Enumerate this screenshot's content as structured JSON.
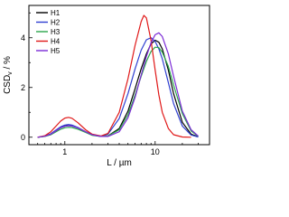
{
  "chart_data": {
    "type": "line",
    "title": "",
    "xlabel": "L / µm",
    "ylabel": "CSD_v / %",
    "xscale": "log",
    "xlim": [
      0.4,
      40
    ],
    "ylim": [
      -0.3,
      5.3
    ],
    "xticks": [
      1,
      10
    ],
    "xtick_labels": [
      "1",
      "10"
    ],
    "yticks": [
      0,
      2,
      4
    ],
    "ytick_labels": [
      "0",
      "2",
      "4"
    ],
    "legend_position": "top-left",
    "grid": false,
    "series": [
      {
        "name": "H1",
        "color": "#000000",
        "x": [
          0.5,
          0.6,
          0.7,
          0.8,
          0.9,
          1.0,
          1.1,
          1.2,
          1.4,
          1.7,
          2.0,
          2.5,
          3.0,
          4.0,
          5.0,
          6.0,
          7.0,
          8.0,
          9.0,
          10.0,
          11.0,
          12.0,
          14.0,
          16.0,
          20.0,
          25.0,
          30.0
        ],
        "y": [
          0.0,
          0.04,
          0.13,
          0.27,
          0.39,
          0.45,
          0.47,
          0.46,
          0.38,
          0.22,
          0.1,
          0.03,
          0.05,
          0.35,
          1.05,
          1.95,
          2.75,
          3.35,
          3.75,
          3.9,
          3.82,
          3.55,
          2.7,
          1.75,
          0.6,
          0.12,
          0.02
        ]
      },
      {
        "name": "H2",
        "color": "#2f3fd1",
        "x": [
          0.5,
          0.6,
          0.7,
          0.8,
          0.9,
          1.0,
          1.1,
          1.2,
          1.4,
          1.7,
          2.0,
          2.5,
          3.0,
          4.0,
          5.0,
          6.0,
          7.0,
          8.0,
          9.0,
          10.0,
          11.0,
          12.0,
          14.0,
          16.0,
          20.0,
          25.0,
          30.0
        ],
        "y": [
          0.0,
          0.04,
          0.14,
          0.29,
          0.42,
          0.49,
          0.51,
          0.49,
          0.39,
          0.21,
          0.09,
          0.04,
          0.12,
          0.75,
          1.75,
          2.75,
          3.5,
          3.92,
          4.0,
          3.85,
          3.55,
          3.15,
          2.2,
          1.35,
          0.45,
          0.09,
          0.01
        ]
      },
      {
        "name": "H3",
        "color": "#2aa64b",
        "x": [
          0.5,
          0.6,
          0.7,
          0.8,
          0.9,
          1.0,
          1.1,
          1.2,
          1.4,
          1.7,
          2.0,
          2.5,
          3.0,
          4.0,
          5.0,
          6.0,
          7.0,
          8.0,
          9.0,
          10.0,
          11.0,
          12.0,
          14.0,
          16.0,
          20.0,
          25.0,
          30.0
        ],
        "y": [
          0.0,
          0.03,
          0.1,
          0.22,
          0.32,
          0.38,
          0.4,
          0.39,
          0.32,
          0.19,
          0.08,
          0.03,
          0.05,
          0.3,
          0.9,
          1.7,
          2.45,
          3.05,
          3.45,
          3.62,
          3.6,
          3.42,
          2.85,
          2.1,
          0.95,
          0.25,
          0.04
        ]
      },
      {
        "name": "H4",
        "color": "#e01818",
        "x": [
          0.5,
          0.6,
          0.7,
          0.8,
          0.9,
          1.0,
          1.1,
          1.2,
          1.4,
          1.7,
          2.0,
          2.5,
          3.0,
          4.0,
          5.0,
          6.0,
          7.0,
          7.5,
          8.0,
          9.0,
          10.0,
          11.0,
          12.0,
          14.0,
          16.0,
          20.0,
          25.0
        ],
        "y": [
          0.0,
          0.06,
          0.22,
          0.45,
          0.65,
          0.77,
          0.8,
          0.76,
          0.58,
          0.3,
          0.12,
          0.05,
          0.15,
          1.0,
          2.35,
          3.7,
          4.65,
          4.9,
          4.8,
          3.9,
          2.7,
          1.7,
          1.0,
          0.35,
          0.1,
          0.01,
          0.0
        ]
      },
      {
        "name": "H5",
        "color": "#7b2bd6",
        "x": [
          0.5,
          0.6,
          0.7,
          0.8,
          0.9,
          1.0,
          1.1,
          1.2,
          1.4,
          1.7,
          2.0,
          2.5,
          3.0,
          4.0,
          5.0,
          6.0,
          7.0,
          8.0,
          9.0,
          10.0,
          11.0,
          12.0,
          14.0,
          16.0,
          20.0,
          25.0,
          30.0
        ],
        "y": [
          0.0,
          0.04,
          0.12,
          0.26,
          0.38,
          0.44,
          0.46,
          0.45,
          0.37,
          0.22,
          0.1,
          0.03,
          0.03,
          0.22,
          0.78,
          1.6,
          2.5,
          3.25,
          3.8,
          4.12,
          4.2,
          4.05,
          3.35,
          2.45,
          1.05,
          0.3,
          0.05
        ]
      }
    ]
  }
}
